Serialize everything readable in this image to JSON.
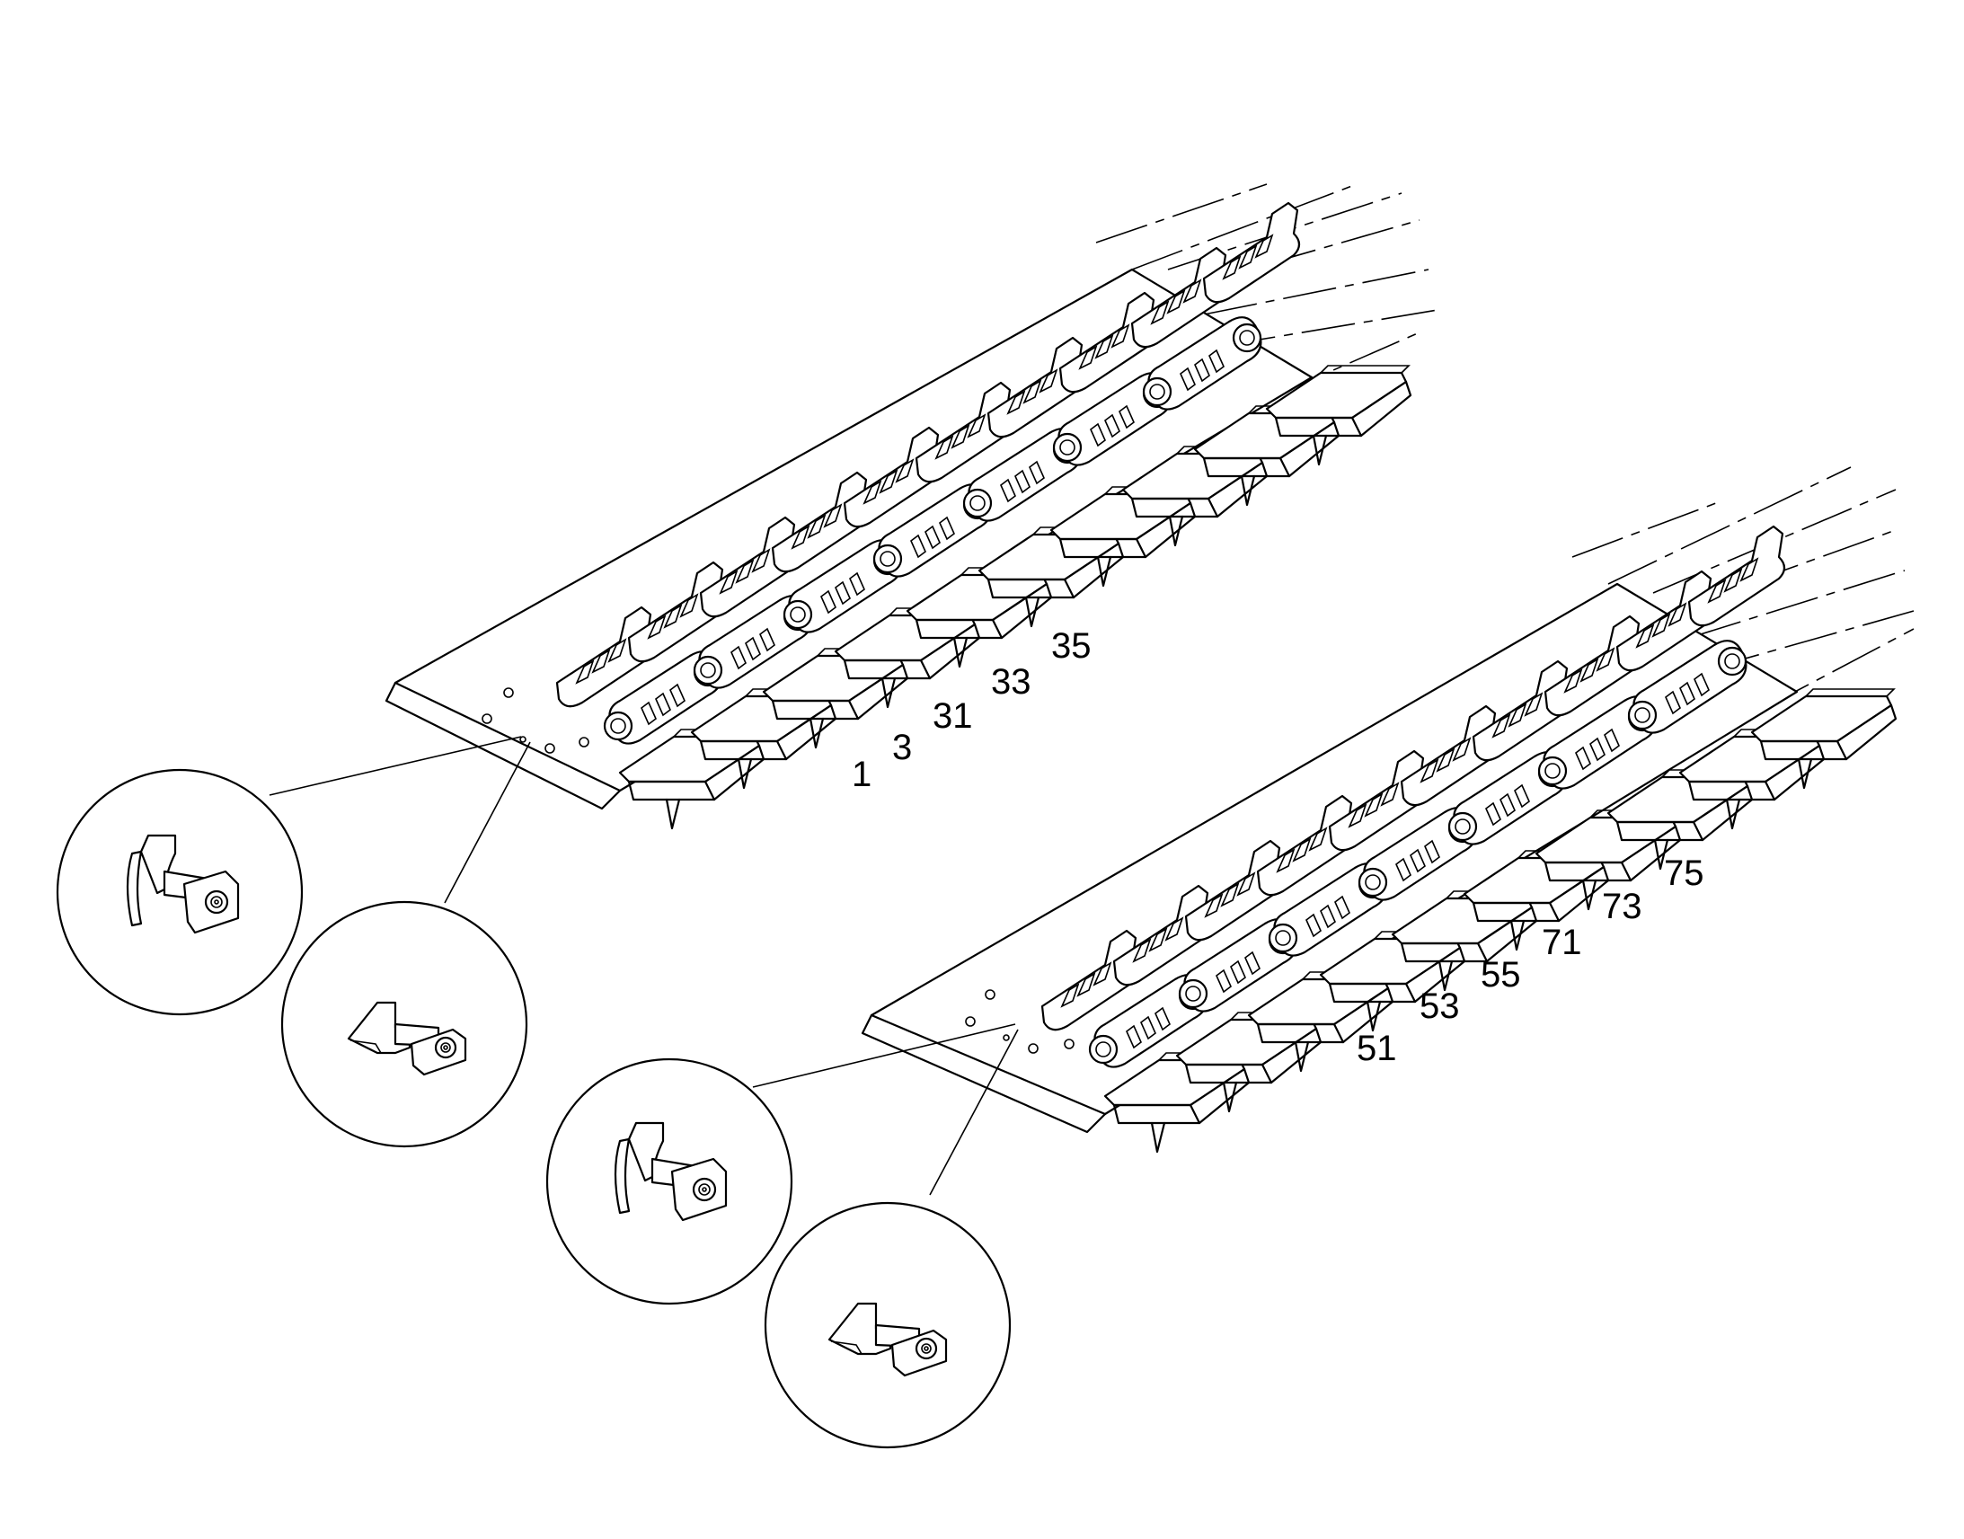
{
  "reference_numerals": {
    "upper_assembly": [
      "1",
      "3",
      "31",
      "33",
      "35"
    ],
    "lower_assembly": [
      "51",
      "53",
      "55",
      "71",
      "73",
      "75"
    ]
  },
  "colors": {
    "line": "#000000",
    "background": "#ffffff"
  }
}
